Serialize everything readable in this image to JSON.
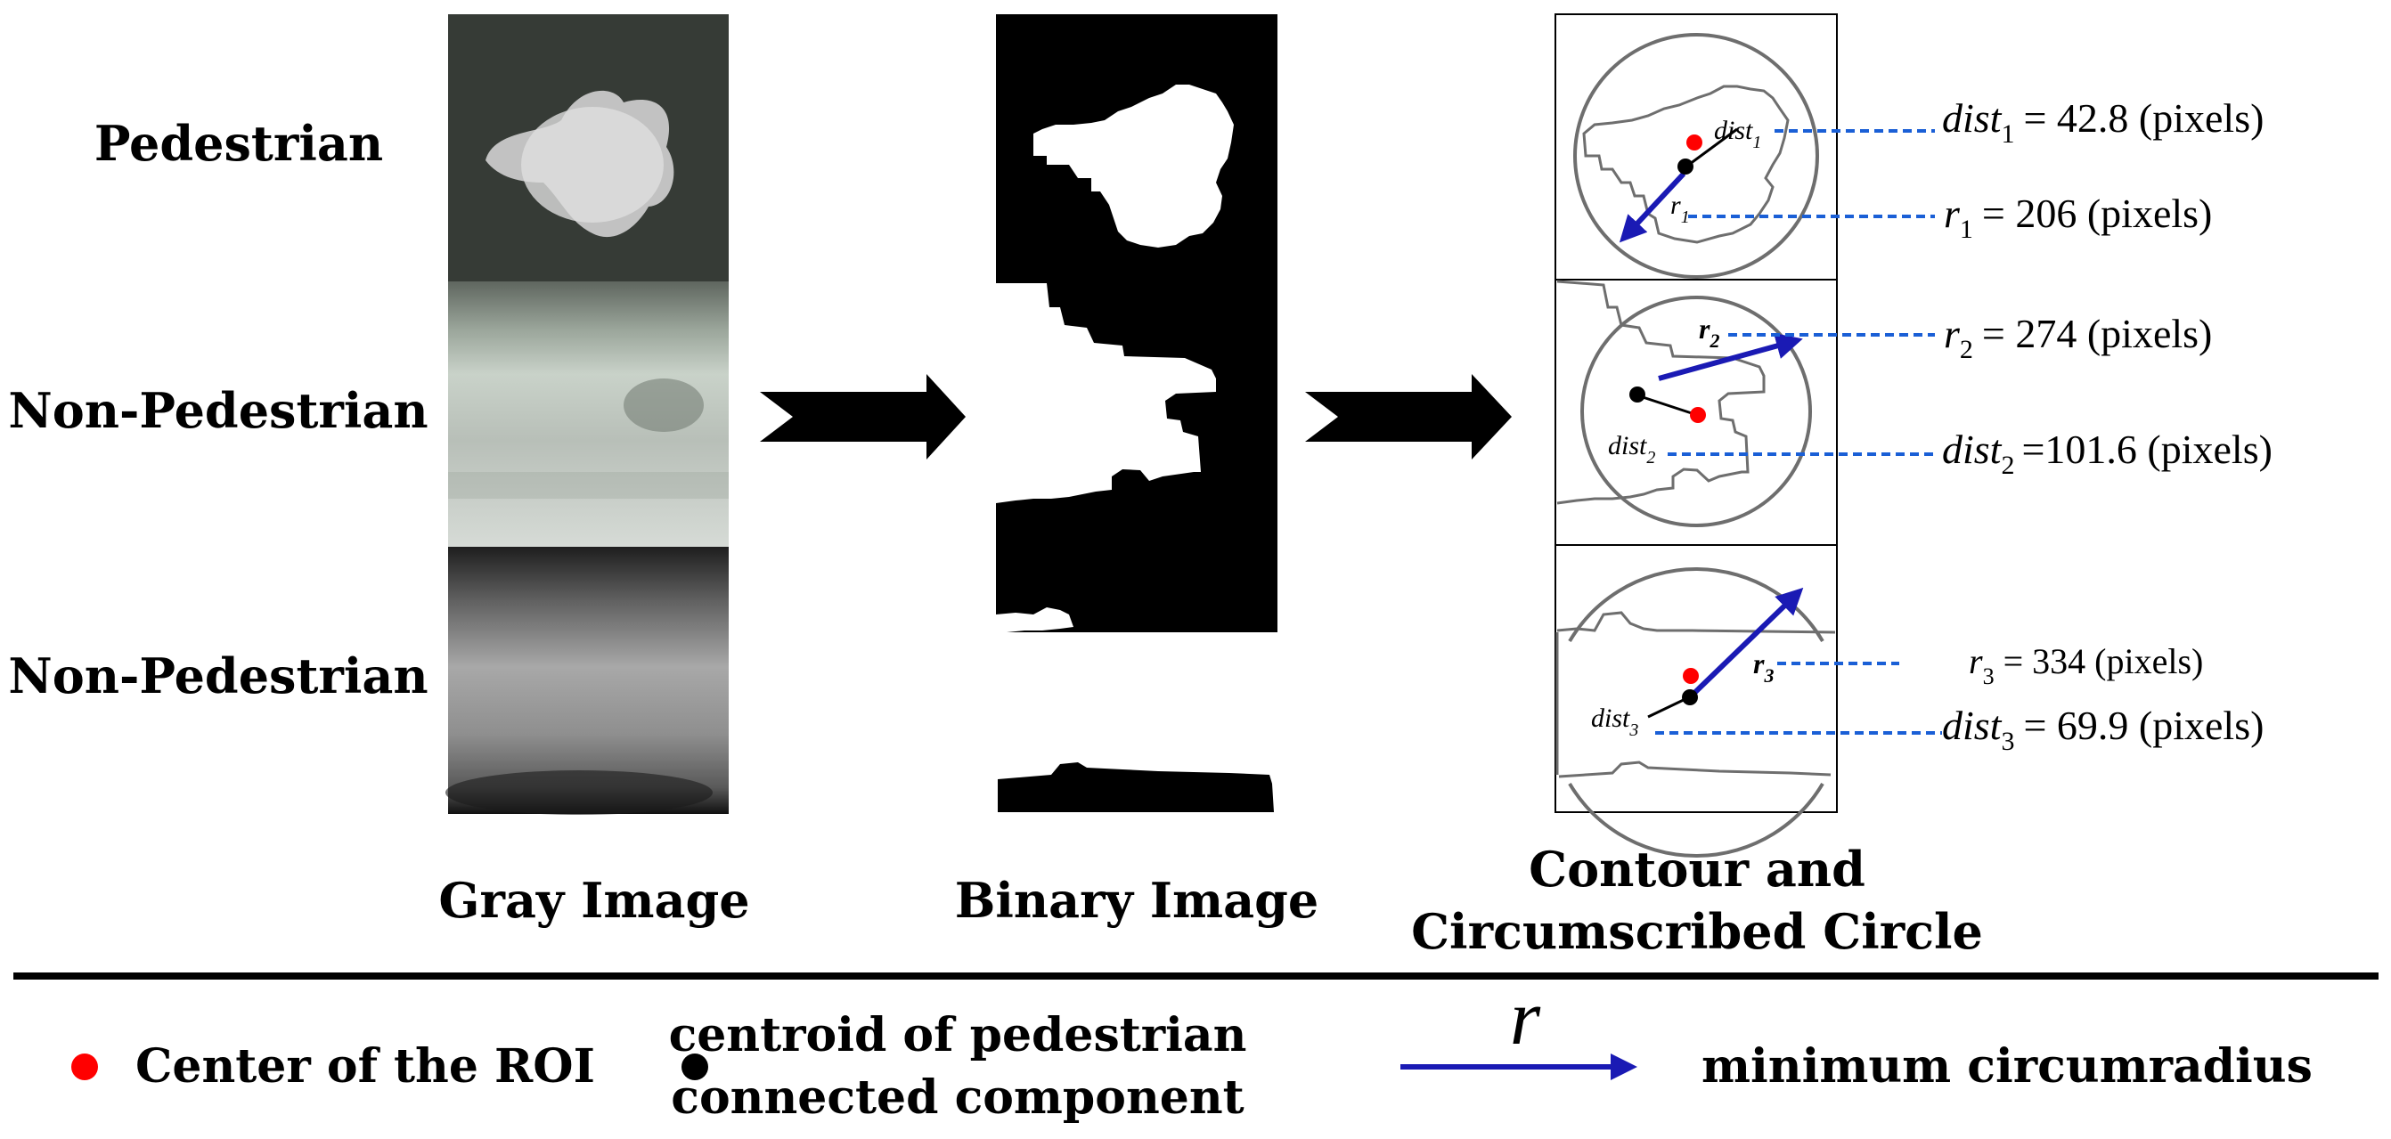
{
  "rows": {
    "labels": [
      "Pedestrian",
      "Non-Pedestrian",
      "Non-Pedestrian"
    ]
  },
  "columns": {
    "gray_caption": "Gray Image",
    "binary_caption": "Binary Image",
    "contour_caption_line1": "Contour and",
    "contour_caption_line2": "Circumscribed Circle"
  },
  "panel_labels": {
    "dist1_small": "dist",
    "dist1_sub": "1",
    "r1_small": "r",
    "r1_sub": "1",
    "r2_small": "r",
    "r2_sub": "2",
    "dist2_small": "dist",
    "dist2_sub": "2",
    "r3_small": "r",
    "r3_sub": "3",
    "dist3_small": "dist",
    "dist3_sub": "3"
  },
  "measurements": {
    "dist1": {
      "symbol": "dist",
      "sub": "1",
      "value": "= 42.8 (pixels)"
    },
    "r1": {
      "symbol": "r",
      "sub": "1",
      "value": "= 206 (pixels)"
    },
    "r2": {
      "symbol": "r",
      "sub": "2",
      "value": "= 274 (pixels)"
    },
    "dist2": {
      "symbol": "dist",
      "sub": "2",
      "value": "=101.6 (pixels)"
    },
    "r3": {
      "symbol": "r",
      "sub": "3",
      "value": "= 334 (pixels)"
    },
    "dist3": {
      "symbol": "dist",
      "sub": "3",
      "value": "= 69.9 (pixels)"
    }
  },
  "legend": {
    "roi_center": "Center of the ROI",
    "centroid_line1": "centroid of pedestrian",
    "centroid_line2": "connected component",
    "arrow_symbol": "r",
    "circumradius": "minimum circumradius"
  },
  "colors": {
    "roi_center": "#ff0000",
    "centroid": "#000000",
    "radius_arrow": "#1a1ab4",
    "leader_line": "#1a5fd6",
    "contour": "#6e6e6e"
  }
}
